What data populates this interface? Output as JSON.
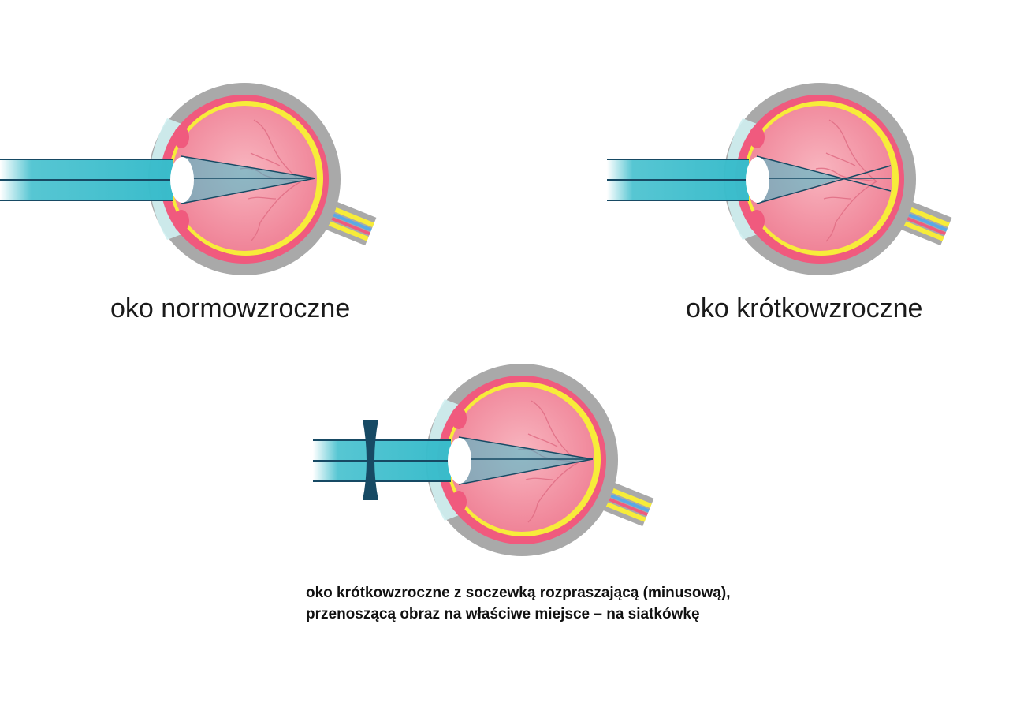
{
  "captions": {
    "normal": "oko normowzroczne",
    "myopic": "oko krótkowzroczne",
    "corrected_line1": "oko krótkowzroczne z soczewką rozpraszającą (minusową),",
    "corrected_line2": "przenoszącą obraz na właściwe miejsce – na siatkówkę"
  },
  "colors": {
    "sclera": "#a9a9a9",
    "choroid": "#f05a7e",
    "retina": "#f7ec3a",
    "vitreous": "#f6a9b4",
    "light_beam": "#39bccb",
    "ray_line": "#174a64",
    "lens_minus": "#174a64",
    "nerve_blue": "#5aa9e6"
  }
}
